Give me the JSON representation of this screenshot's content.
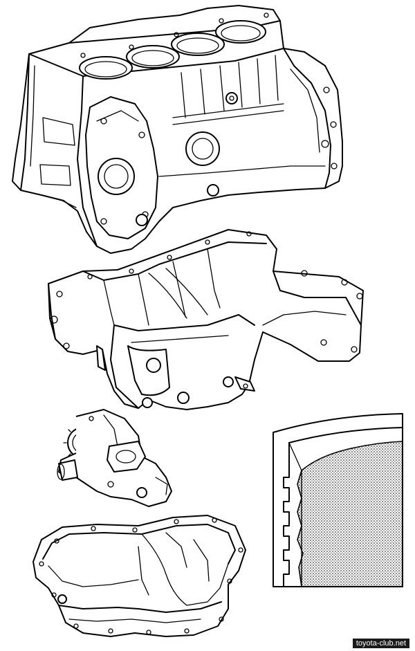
{
  "watermark": {
    "text": "toyota-club.net"
  },
  "colors": {
    "line": "#000000",
    "background": "#ffffff",
    "watermark_bg": "#1a1a1a"
  },
  "parts": [
    {
      "name": "cylinder-block",
      "icon": "engine-block"
    },
    {
      "name": "oil-pan-upper",
      "icon": "oil-pan"
    },
    {
      "name": "oil-pump",
      "icon": "pump"
    },
    {
      "name": "oil-pan-lower",
      "icon": "oil-pan"
    },
    {
      "name": "section-detail",
      "icon": "cross-section"
    }
  ]
}
